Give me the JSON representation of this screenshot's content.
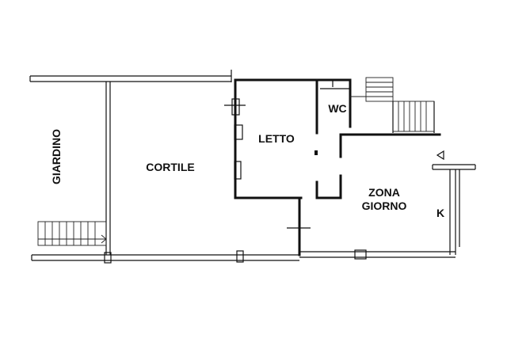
{
  "rooms": {
    "garden": "GIARDINO",
    "courtyard": "CORTILE",
    "bedroom": "LETTO",
    "wc": "WC",
    "living_line1": "ZONA",
    "living_line2": "GIORNO",
    "kitchen": "K"
  }
}
